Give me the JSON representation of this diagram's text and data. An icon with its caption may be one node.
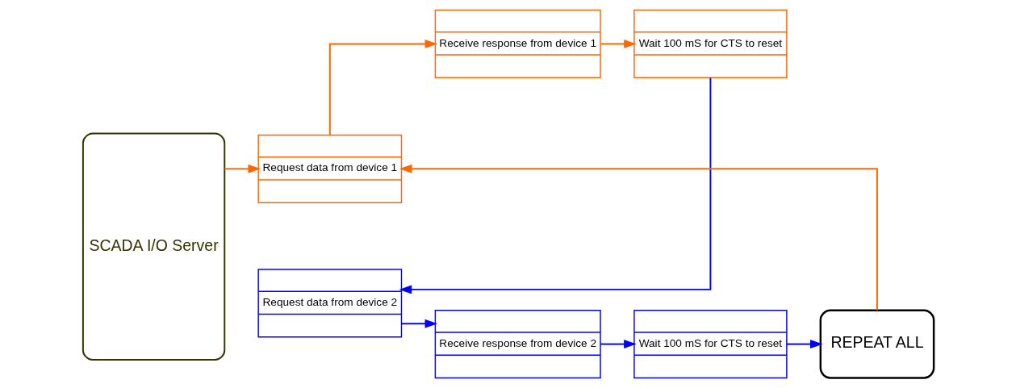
{
  "diagram": {
    "nodes": [
      {
        "text": [
          "SCADA I/O Server"
        ]
      },
      {
        "text": [
          "Request data from device 1"
        ]
      },
      {
        "text": [
          "Receive response from device 1"
        ]
      },
      {
        "text": [
          "Wait 100 mS for CTS to reset"
        ]
      },
      {
        "text": [
          "Request data from device 2"
        ]
      },
      {
        "text": [
          "Receive response from device 2"
        ]
      },
      {
        "text": [
          "Wait 100 mS for CTS to reset"
        ]
      },
      {
        "text": [
          "REPEAT ALL"
        ]
      }
    ],
    "edges": [
      {
        "from": 0,
        "to": 1,
        "arrow": "to",
        "color": "#ff6600"
      },
      {
        "from": 1,
        "to": 2,
        "arrow": "to",
        "color": "#ff6600"
      },
      {
        "from": 2,
        "to": 3,
        "arrow": "to",
        "color": "#ff6600"
      },
      {
        "from": 3,
        "to": 4,
        "arrow": "to",
        "color": "#0000ff"
      },
      {
        "from": 4,
        "to": 5,
        "arrow": "to",
        "color": "#0000ff"
      },
      {
        "from": 5,
        "to": 6,
        "arrow": "to",
        "color": "#0000ff"
      },
      {
        "from": 6,
        "to": 7,
        "arrow": "to",
        "color": "#0000ff"
      },
      {
        "from": 7,
        "to": 1,
        "arrow": "to",
        "color": "#ff6600"
      }
    ]
  }
}
